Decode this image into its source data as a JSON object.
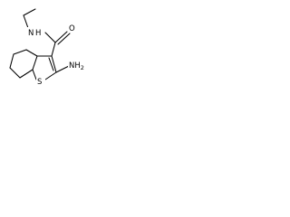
{
  "atoms": {
    "amide_n": "N",
    "amide_h": "H",
    "carbonyl_o": "O",
    "sulfur": "S",
    "amino": "NH",
    "amino_subscript": "2"
  },
  "colors": {
    "bond": "#000000",
    "text": "#000000",
    "background": "#ffffff"
  }
}
